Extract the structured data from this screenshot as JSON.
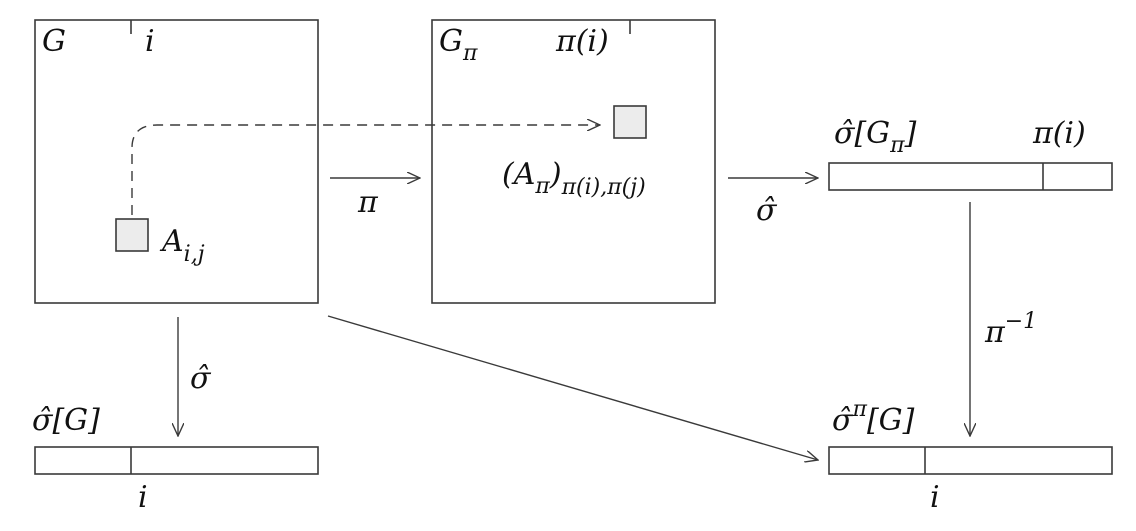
{
  "diagram": {
    "matrix_G_label": "G",
    "matrix_G_col_label": "i",
    "entry_A_base": "A",
    "entry_A_sub": "i,j",
    "matrix_Gpi_label_base": "G",
    "matrix_Gpi_label_sub": "π",
    "matrix_Gpi_col_label": "π(i)",
    "entry_Api_base": "(A",
    "entry_Api_base_sub": "π",
    "entry_Api_close": ")",
    "entry_Api_sub": "π(i),π(j)",
    "arrow_pi_label": "π",
    "arrow_sigma_label_1": "σ̂",
    "vector_sigma_Gpi_label": "σ̂[G",
    "vector_sigma_Gpi_label_sub": "π",
    "vector_sigma_Gpi_label_close": "]",
    "vector_sigma_Gpi_col_label": "π(i)",
    "arrow_pi_inv_label_base": "π",
    "arrow_pi_inv_label_sup": "−1",
    "arrow_sigma_label_2": "σ̂",
    "vector_sigma_G_label": "σ̂[G]",
    "vector_sigma_G_col_label": "i",
    "vector_sigma_pi_G_label_base": "σ̂",
    "vector_sigma_pi_G_label_sup": "π",
    "vector_sigma_pi_G_label_close": "[G]",
    "vector_sigma_pi_G_col_label": "i"
  }
}
